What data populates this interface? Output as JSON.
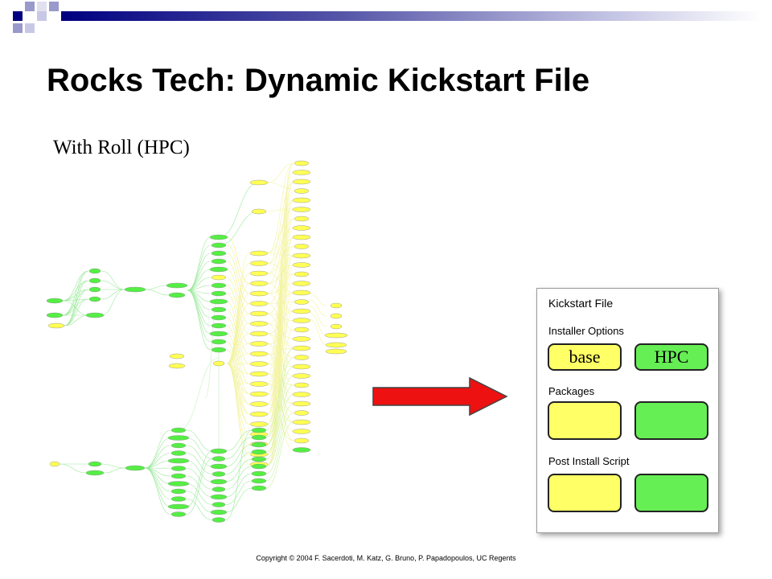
{
  "slide": {
    "title": "Rocks Tech: Dynamic Kickstart File",
    "subtitle": "With Roll (HPC)",
    "copyright": "Copyright © 2004 F. Sacerdoti, M. Katz, G. Bruno, P. Papadopoulos, UC Regents"
  },
  "kickstart": {
    "title": "Kickstart File",
    "installer_options": "Installer Options",
    "packages": "Packages",
    "post_install": "Post Install Script",
    "base_label": "base",
    "hpc_label": "HPC"
  },
  "colors": {
    "accent_dark": "#000080",
    "accent_light": "#9999cc",
    "node_green": "#55ee44",
    "node_yellow": "#ffff55",
    "arrow_red": "#ee1111",
    "box_yellow": "#ffff66",
    "box_green": "#66ee55"
  }
}
